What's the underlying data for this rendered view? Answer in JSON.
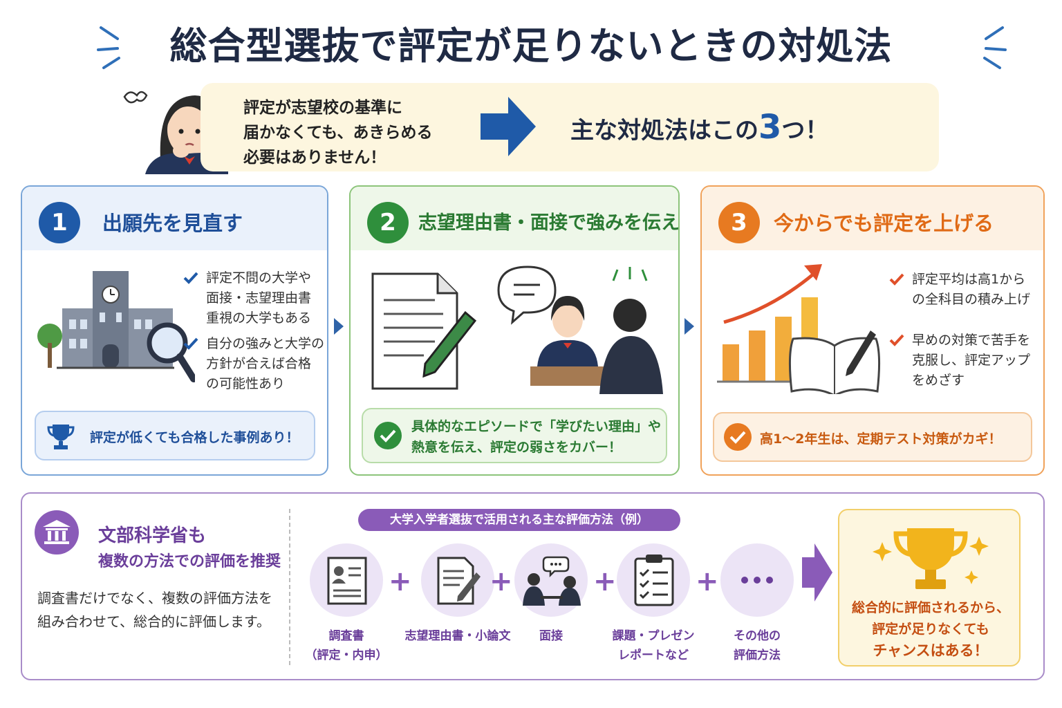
{
  "header": {
    "title": "総合型選抜で評定が足りないときの対処法"
  },
  "intro": {
    "lines": [
      "評定が志望校の基準に",
      "届かなくても、あきらめる",
      "必要はありません！"
    ],
    "headline_pre": "主な対処法はこの",
    "headline_num": "3",
    "headline_post": "つ！"
  },
  "cards": [
    {
      "num": "1",
      "title": "出願先を見直す",
      "bullets": [
        [
          "評定不問の大学や",
          "面接・志望理由書",
          "重視の大学もある"
        ],
        [
          "自分の強みと大学の",
          "方針が合えば合格",
          "の可能性あり"
        ]
      ],
      "callout": "評定が低くても合格した事例あり！"
    },
    {
      "num": "2",
      "title": "志望理由書・面接で強みを伝える",
      "callout_lines": [
        "具体的なエピソードで「学びたい理由」や",
        "熱意を伝え、評定の弱さをカバー！"
      ]
    },
    {
      "num": "3",
      "title": "今からでも評定を上げる",
      "bullets": [
        [
          "評定平均は高1から",
          "の全科目の積み上げ"
        ],
        [
          "早めの対策で苦手を",
          "克服し、評定アップ",
          "をめざす"
        ]
      ],
      "callout": "高1〜2年生は、定期テスト対策がカギ！"
    }
  ],
  "bottom": {
    "title1": "文部科学省も",
    "title2": "複数の方法での評価を推奨",
    "body": [
      "調査書だけでなく、複数の評価方法を",
      "組み合わせて、総合的に評価します。"
    ],
    "pill": "大学入学者選抜で活用される主な評価方法（例）",
    "methods": [
      {
        "lines": [
          "調査書",
          "（評定・内申）"
        ],
        "icon": "resume-icon"
      },
      {
        "lines": [
          "志望理由書・小論文"
        ],
        "icon": "document-pen-icon"
      },
      {
        "lines": [
          "面接"
        ],
        "icon": "interview-icon"
      },
      {
        "lines": [
          "課題・プレゼン",
          "レポートなど"
        ],
        "icon": "clipboard-icon"
      },
      {
        "lines": [
          "その他の",
          "評価方法"
        ],
        "icon": "ellipsis-icon"
      }
    ],
    "result": [
      "総合的に評価されるから、",
      "評定が足りなくても",
      "チャンスはある！"
    ]
  },
  "colors": {
    "navy": "#1f2a44",
    "blue": "#1f5aa8",
    "green": "#2f8f3c",
    "orange": "#e77a21",
    "purple": "#8a5bb8",
    "gold": "#f2b41c"
  }
}
